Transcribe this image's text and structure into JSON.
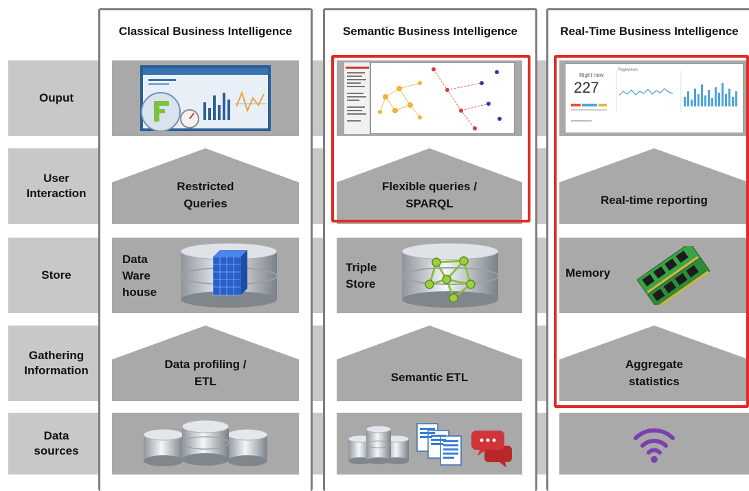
{
  "columns": [
    {
      "title": "Classical Business Intelligence"
    },
    {
      "title": "Semantic Business Intelligence"
    },
    {
      "title": "Real-Time Business Intelligence"
    }
  ],
  "rows": [
    {
      "label": "Ouput"
    },
    {
      "label": "User\nInteraction"
    },
    {
      "label": "Store"
    },
    {
      "label": "Gathering\nInformation"
    },
    {
      "label": "Data\nsources"
    }
  ],
  "cells": {
    "classical": {
      "interaction": "Restricted\nQueries",
      "store": "Data\nWare\nhouse",
      "gathering": "Data profiling /\nETL"
    },
    "semantic": {
      "interaction": "Flexible queries /\nSPARQL",
      "store": "Triple\nStore",
      "gathering": "Semantic ETL"
    },
    "realtime": {
      "interaction": "Real-time reporting",
      "store": "Memory",
      "gathering": "Aggregate\nstatistics",
      "output_title": "Right now",
      "output_value": "227",
      "output_chart_title": "Pageviews"
    }
  },
  "colors": {
    "highlight": "#e32a22",
    "band": "#c8c8c8",
    "cell": "#a9a9a9",
    "column_border": "#7d7d7d"
  },
  "icons": {
    "classical_output": "dashboard-screenshot",
    "semantic_output": "graph-explorer-screenshot",
    "realtime_output": "realtime-analytics-screenshot",
    "classical_store": "database-cube-icon",
    "semantic_store": "database-graph-icon",
    "realtime_store": "memory-modules-icon",
    "classical_sources": "database-stack-icon",
    "semantic_sources": [
      "database-stack-icon",
      "documents-icon",
      "chat-bubbles-icon"
    ],
    "realtime_sources": "wireless-icon"
  }
}
